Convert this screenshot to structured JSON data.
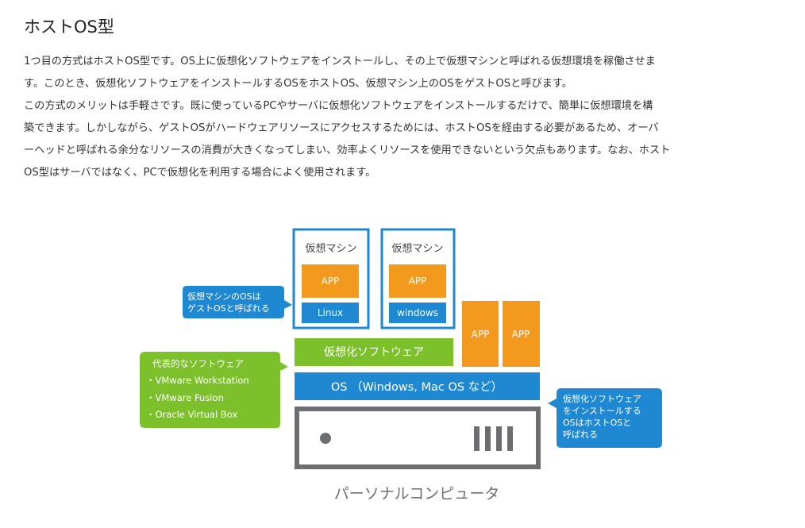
{
  "heading": "ホストOS型",
  "paragraph1": [
    "1つ目の方式はホストOS型です。OS上に仮想化ソフトウェアをインストールし、その上で仮想マシンと呼ばれる仮想環境を稼働させま",
    "す。このとき、仮想化ソフトウェアをインストールするOSをホストOS、仮想マシン上のOSをゲストOSと呼びます。"
  ],
  "paragraph2": [
    "この方式のメリットは手軽さです。既に使っているPCやサーバに仮想化ソフトウェアをインストールするだけで、簡単に仮想環境を構",
    "築できます。しかしながら、ゲストOSがハードウェアリソースにアクセスするためには、ホストOSを経由する必要があるため、オーバ",
    "ーヘッドと呼ばれる余分なリソースの消費が大きくなってしまい、効率よくリソースを使用できないという欠点もあります。なお、ホスト",
    "OS型はサーバではなく、PCで仮想化を利用する場合によく使用されます。"
  ],
  "diagram": {
    "colors": {
      "blue": "#1e88d2",
      "orange": "#f39a1e",
      "green": "#7cc02c",
      "gray": "#6d6e71",
      "frame": "#1e88d2"
    },
    "vm1": {
      "label": "仮想マシン",
      "app": "APP",
      "os": "Linux"
    },
    "vm2": {
      "label": "仮想マシン",
      "app": "APP",
      "os": "windows"
    },
    "host_app1": "APP",
    "host_app2": "APP",
    "virt_software": "仮想化ソフトウェア",
    "host_os": "OS （Windows, Mac OS など）",
    "computer_label": "パーソナルコンピュータ",
    "callout_guest": [
      "仮想マシンのOSは",
      "ゲストOSと呼ばれる"
    ],
    "callout_software": {
      "title": "代表的なソフトウェア",
      "items": [
        "・VMware Workstation",
        "・VMware Fusion",
        "・Oracle Virtual Box"
      ]
    },
    "callout_host": [
      "仮想化ソフトウェア",
      "をインストールする",
      "OSはホストOSと",
      "呼ばれる"
    ]
  }
}
